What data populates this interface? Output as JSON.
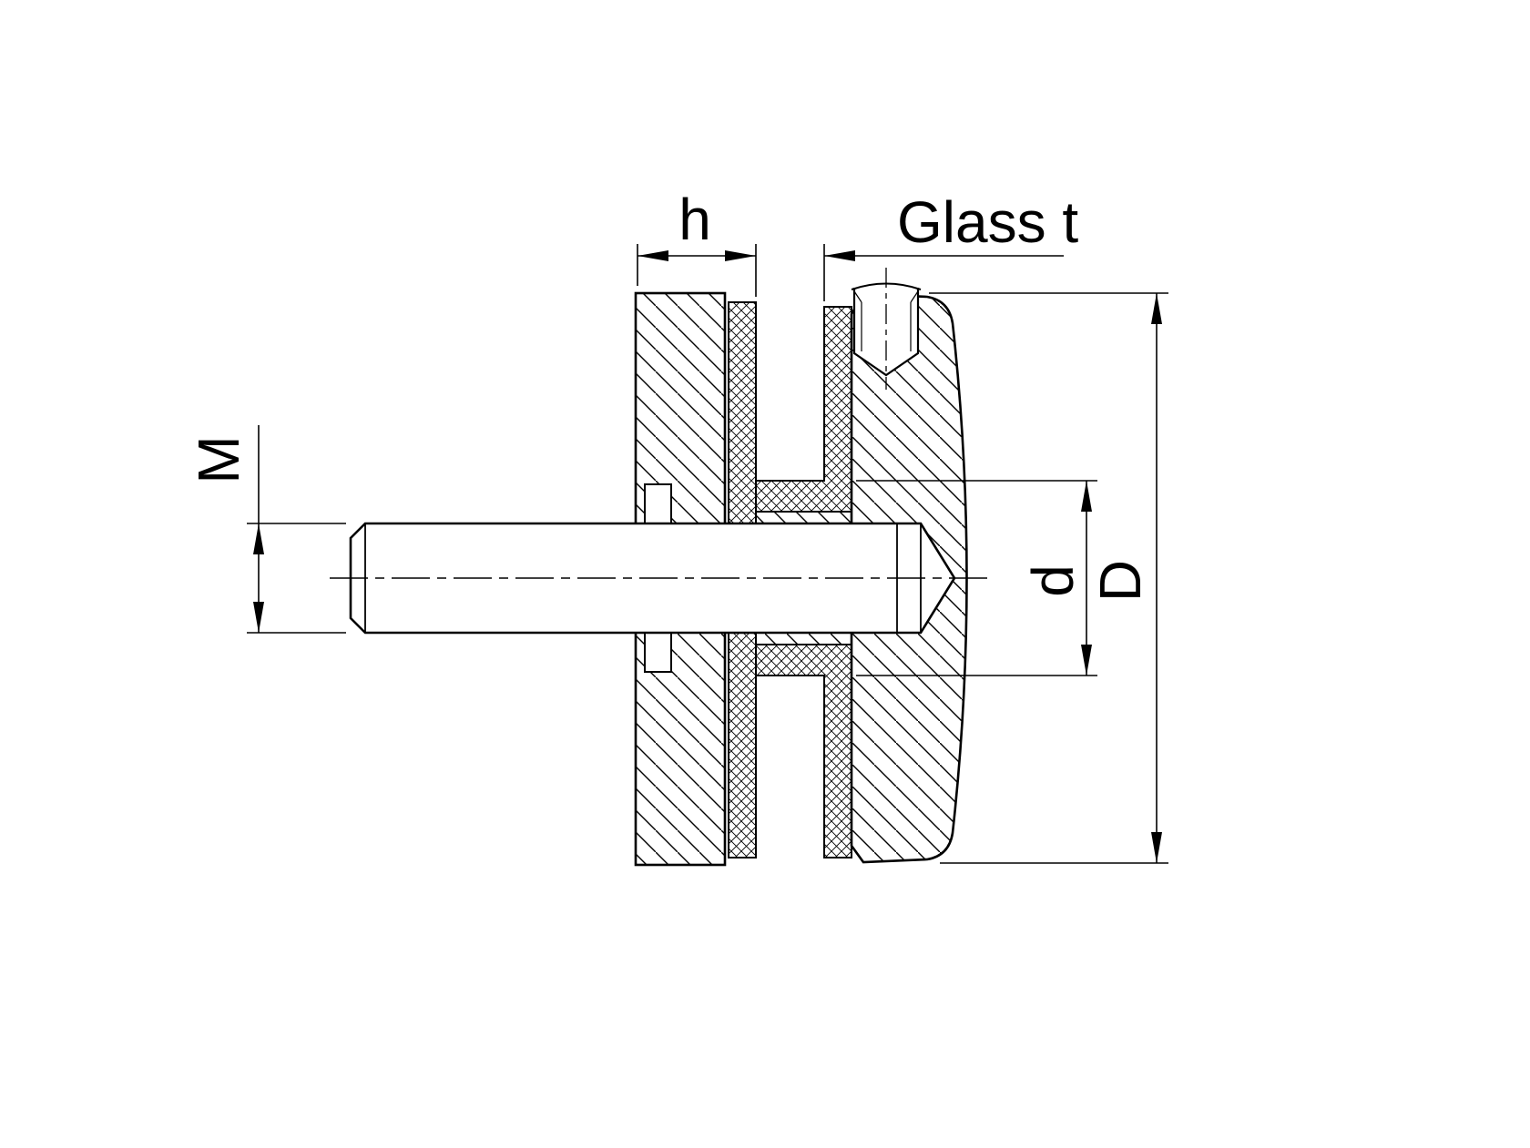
{
  "drawing": {
    "kind": "technical-section-drawing",
    "subject": "glass adapter point fixing, cross-section",
    "colors": {
      "line": "#000000",
      "background": "#ffffff"
    },
    "labels": {
      "h": "h",
      "glass_t": "Glass t",
      "m": "M",
      "d_small": "d",
      "d_large": "D"
    }
  }
}
